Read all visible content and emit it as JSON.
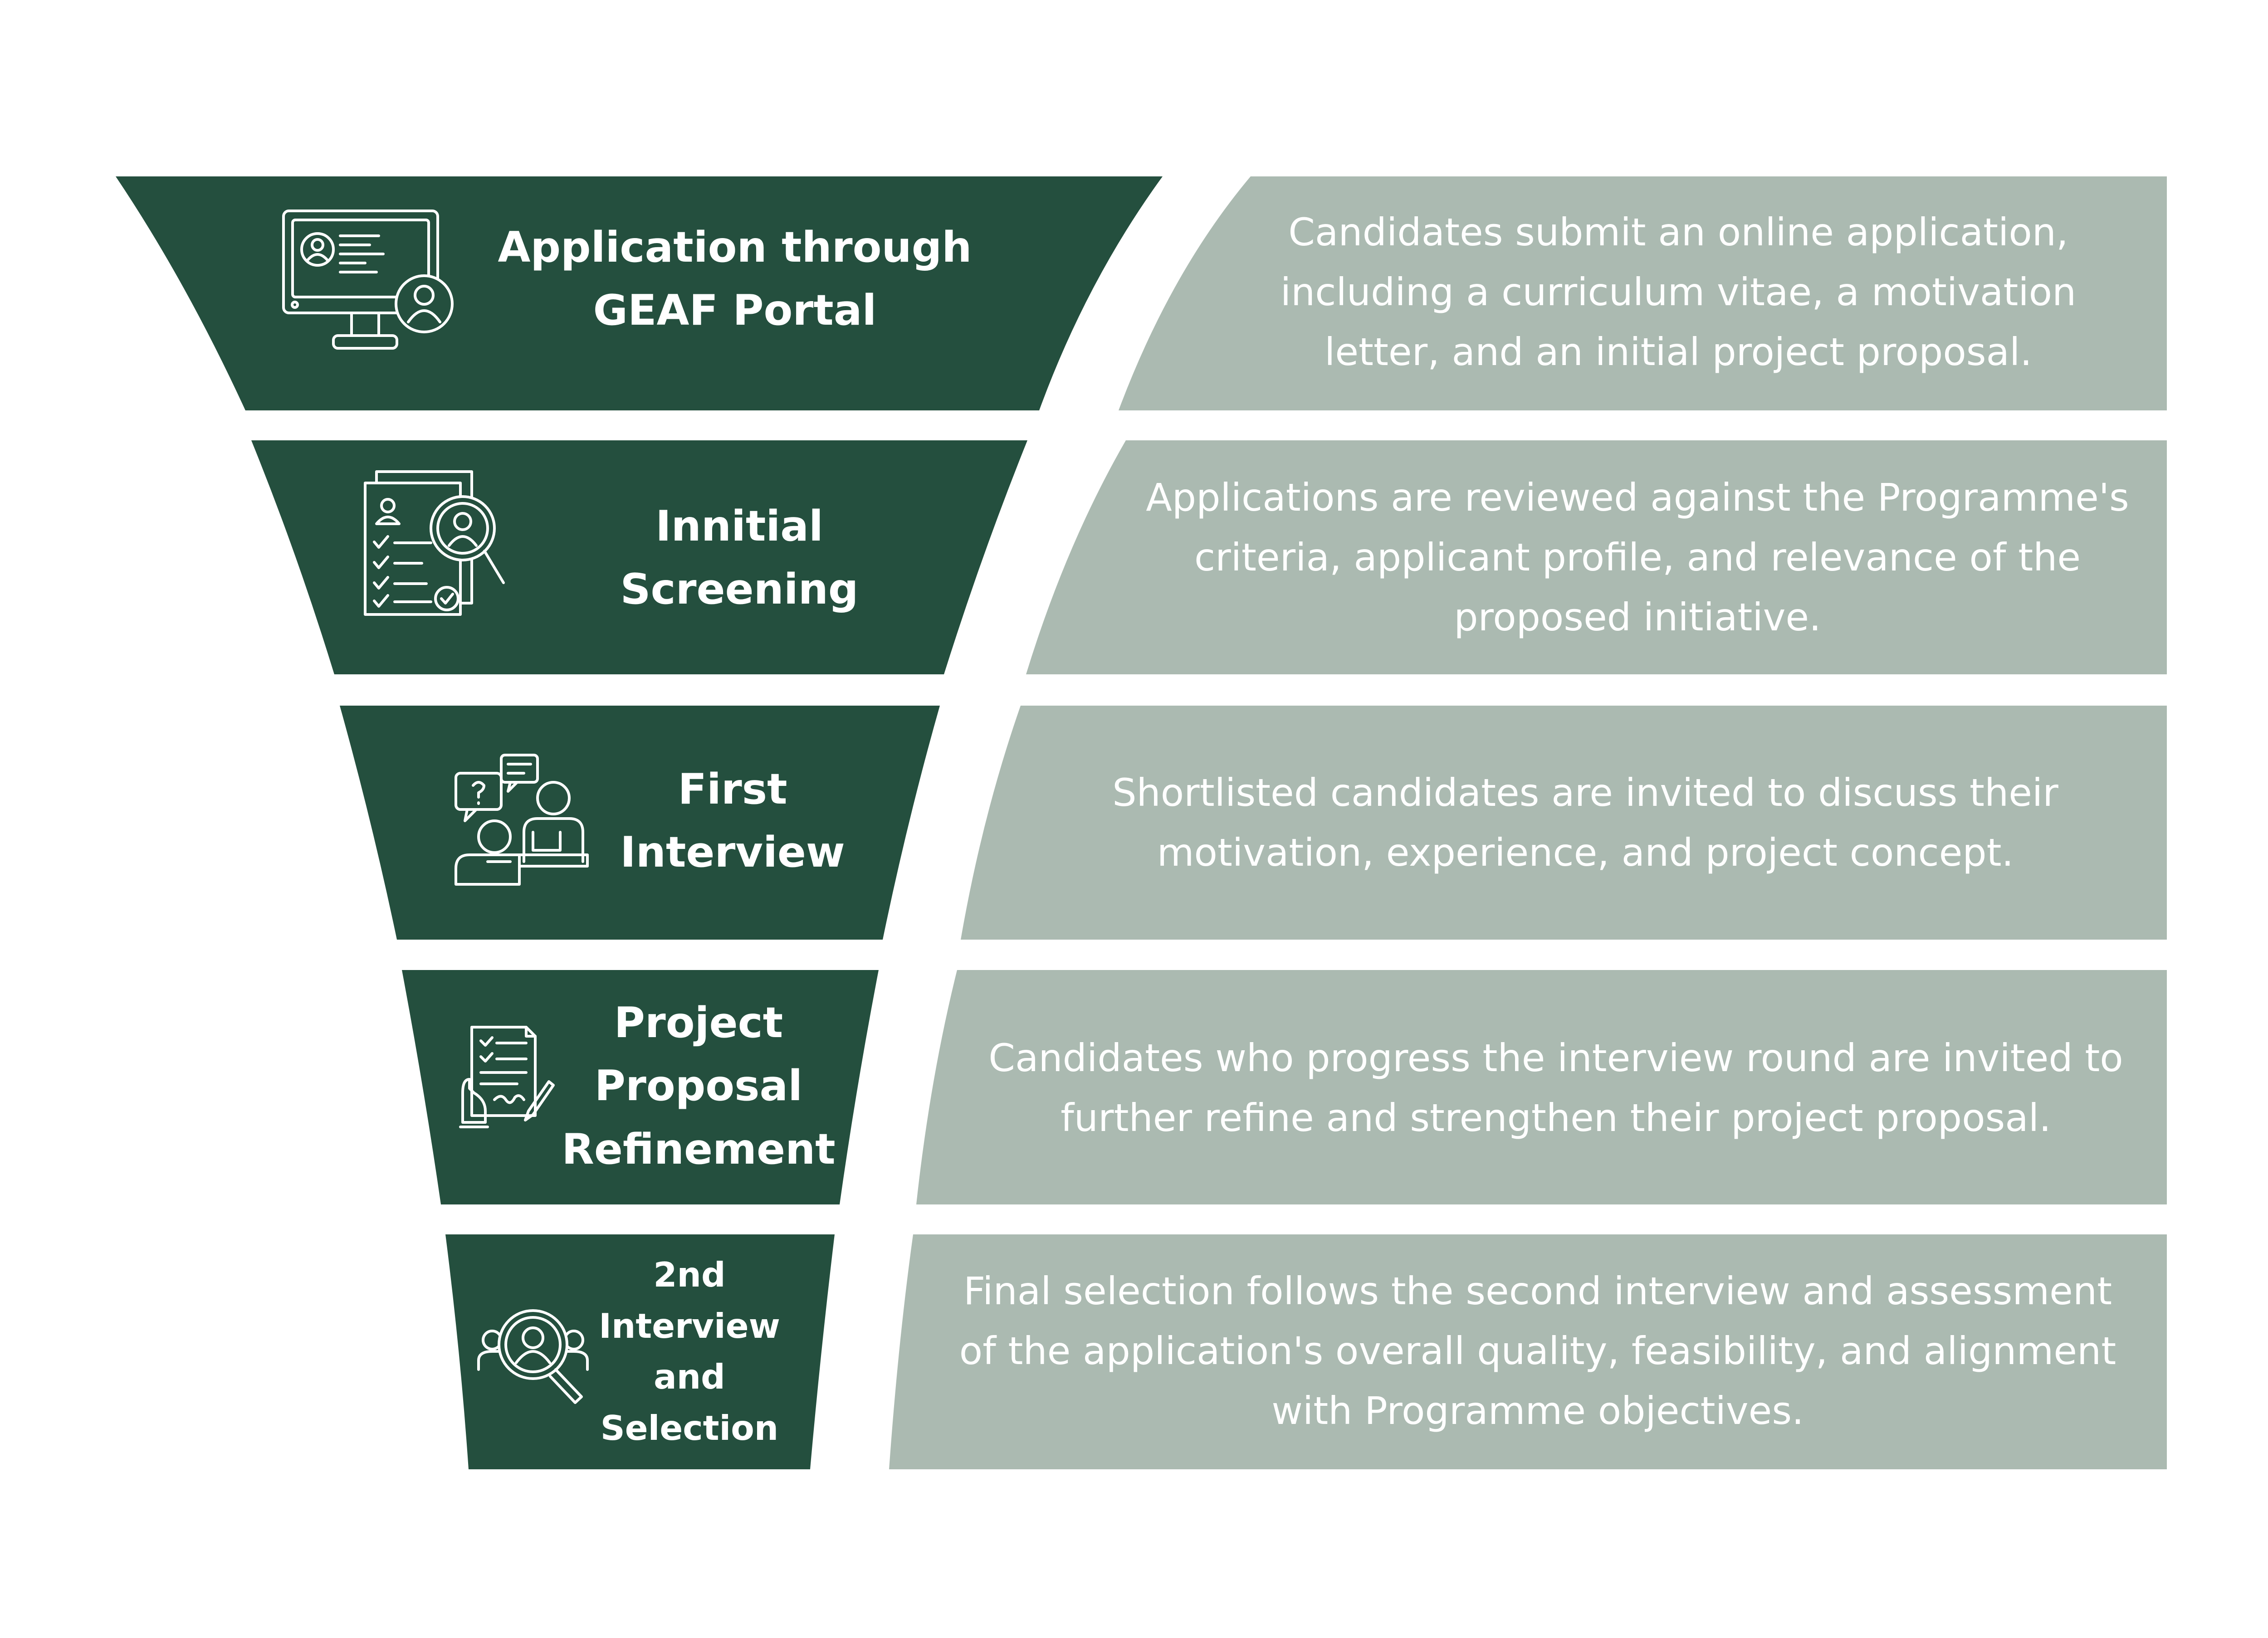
{
  "colors": {
    "funnel": "#244f3e",
    "panel": "#abbab1",
    "text": "#ffffff",
    "background": "#ffffff"
  },
  "stages": [
    {
      "title": "Application through\nGEAF Portal",
      "icon": "computer-user-profile-icon",
      "description": "Candidates submit an online application, including a curriculum vitae, a motivation letter, and an initial project proposal."
    },
    {
      "title": "Innitial Screening",
      "icon": "document-search-checklist-icon",
      "description": "Applications are reviewed against the Programme's criteria, applicant profile, and relevance of the proposed initiative."
    },
    {
      "title": "First\nInterview",
      "icon": "interview-conversation-icon",
      "description": "Shortlisted candidates are invited to discuss their motivation, experience, and project concept."
    },
    {
      "title": "Project\nProposal\nRefinement",
      "icon": "document-signing-icon",
      "description": "Candidates who progress the interview round are invited to further refine and strengthen their project proposal."
    },
    {
      "title": "2nd\nInterview\nand\nSelection",
      "icon": "magnifier-candidate-icon",
      "description": "Final selection follows the second interview and assessment of the application's overall quality, feasibility, and alignment with Programme objectives."
    }
  ]
}
